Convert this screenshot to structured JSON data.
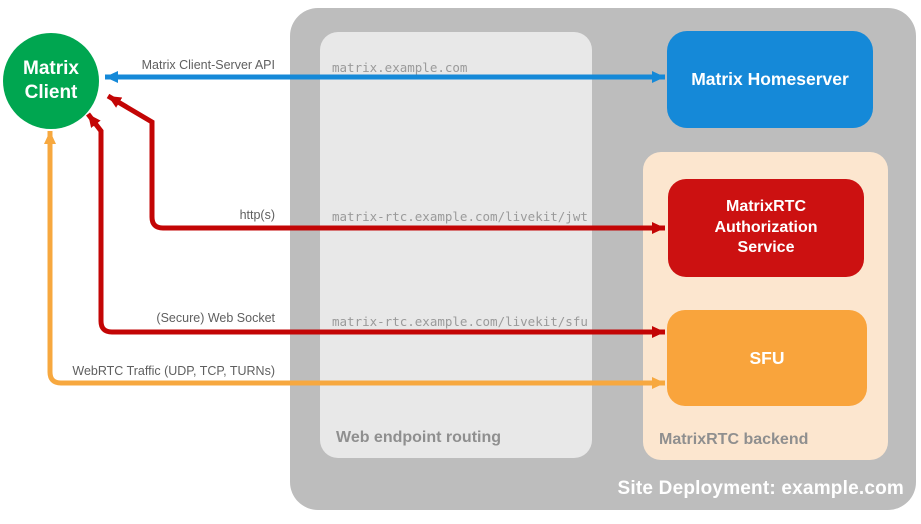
{
  "title": "MatrixRTC site deployment diagram",
  "colors": {
    "client_green": "#00a650",
    "homeserver_blue": "#1589d8",
    "auth_red": "#cc1111",
    "sfu_orange": "#f9a43c",
    "arrow_blue": "#1589d8",
    "arrow_red": "#c30505",
    "arrow_orange": "#f7a83f",
    "site_container_gray": "#bdbdbd",
    "routing_panel_gray": "#e8e8e8",
    "backend_panel_peach": "#fce6cf"
  },
  "nodes": {
    "client": "Matrix Client",
    "homeserver": "Matrix Homeserver",
    "auth": "MatrixRTC Authorization Service",
    "sfu": "SFU"
  },
  "containers": {
    "site": "Site Deployment: example.com",
    "routing": "Web endpoint routing",
    "backend": "MatrixRTC backend"
  },
  "routes": [
    "matrix.example.com",
    "matrix-rtc.example.com/livekit/jwt",
    "matrix-rtc.example.com/livekit/sfu"
  ],
  "arrows": [
    {
      "label": "Matrix Client-Server API",
      "from": "Matrix Client",
      "to": "Matrix Homeserver",
      "bidirectional": true
    },
    {
      "label": "http(s)",
      "from": "MatrixRTC Authorization Service",
      "to": "Matrix Client",
      "bidirectional": false
    },
    {
      "label": "(Secure) Web Socket",
      "from": "SFU",
      "to": "Matrix Client",
      "bidirectional": false
    },
    {
      "label": "WebRTC Traffic (UDP, TCP, TURNs)",
      "from": "SFU",
      "to": "Matrix Client",
      "bidirectional": false
    }
  ]
}
